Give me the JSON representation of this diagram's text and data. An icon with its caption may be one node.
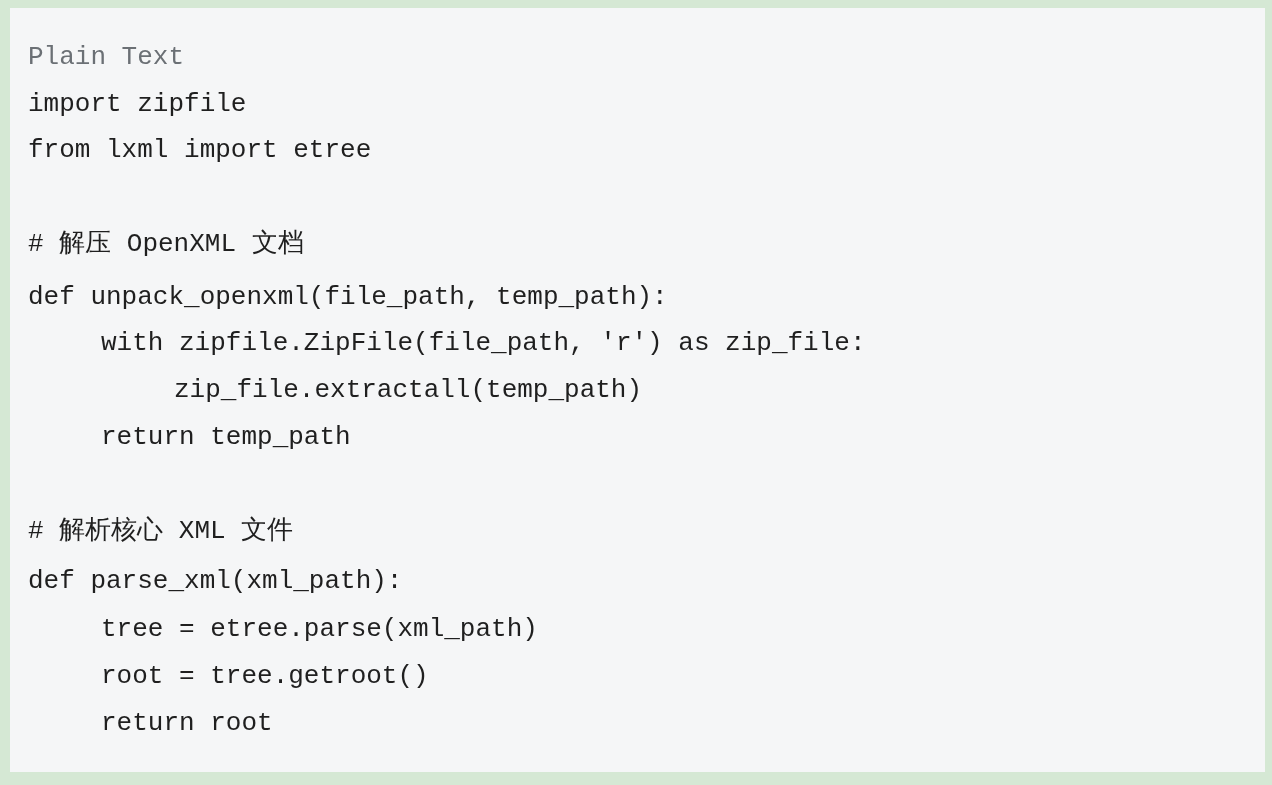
{
  "diagram": {
    "labels": [
      "Plain Text",
      "import zipfile",
      "from lxml import etree",
      "# 解压 OpenXML 文档",
      "def unpack_openxml(file_path, temp_path):",
      "with zipfile.ZipFile(file_path, 'r') as zip_file:",
      "zip_file.extractall(temp_path)",
      "return temp_path",
      "# 解析核心 XML 文件",
      "def parse_xml(xml_path):",
      "tree = etree.parse(xml_path)",
      "root = tree.getroot()",
      "return root"
    ]
  }
}
